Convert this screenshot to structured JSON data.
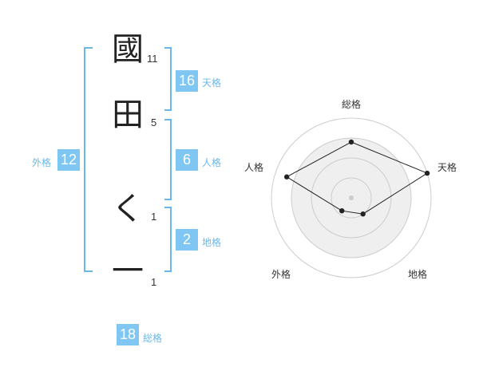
{
  "name_chars": [
    {
      "char": "國",
      "strokes": "11"
    },
    {
      "char": "田",
      "strokes": "5"
    },
    {
      "char": "く",
      "strokes": "1"
    },
    {
      "char": "一",
      "strokes": "1"
    }
  ],
  "kaku": {
    "tenkaku": {
      "value": "16",
      "label": "天格"
    },
    "jinkaku": {
      "value": "6",
      "label": "人格"
    },
    "chikaku": {
      "value": "2",
      "label": "地格"
    },
    "gaikaku": {
      "value": "12",
      "label": "外格"
    },
    "soukaku": {
      "value": "18",
      "label": "総格"
    }
  },
  "colors": {
    "accent": "#7fc7f2",
    "bracket": "#6ab8e8",
    "radar_fill": "#efefef",
    "radar_line": "#222222"
  },
  "chart_data": {
    "type": "radar",
    "axes": [
      "総格",
      "天格",
      "地格",
      "外格",
      "人格"
    ],
    "values": [
      0.7,
      1.0,
      0.25,
      0.2,
      0.85
    ],
    "rings": 4,
    "range": [
      0,
      1
    ]
  }
}
